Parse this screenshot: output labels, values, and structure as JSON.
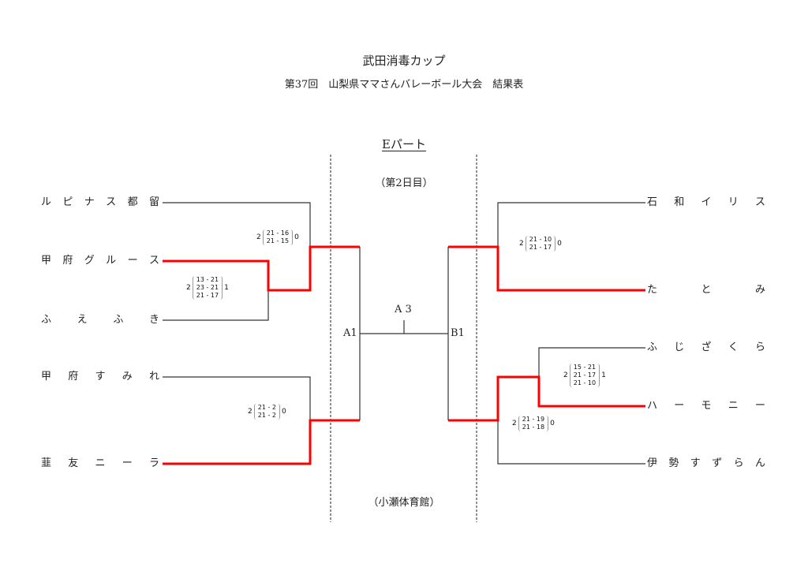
{
  "header": {
    "title": "武田消毒カップ",
    "subtitle": "第37回　山梨県ママさんバレーボール大会　結果表",
    "part": "Eパート",
    "day": "（第2日目）",
    "venue": "（小瀬体育館）"
  },
  "bracket": {
    "center": {
      "final_label": "A 3",
      "left_label": "A1",
      "right_label": "B1"
    },
    "left_teams": [
      {
        "name": [
          "ル",
          "ピ",
          "ナ",
          "ス",
          "都",
          "留"
        ],
        "winner": false
      },
      {
        "name": [
          "甲",
          "府",
          "グ",
          "ル",
          "ー",
          "ス"
        ],
        "winner": true
      },
      {
        "name": [
          "ふ",
          "え",
          "ふ",
          "き"
        ],
        "winner": false
      },
      {
        "name": [
          "甲",
          "府",
          "す",
          "み",
          "れ"
        ],
        "winner": false
      },
      {
        "name": [
          "韮",
          "友",
          "ニ",
          "ー",
          "ラ"
        ],
        "winner": true
      }
    ],
    "right_teams": [
      {
        "name": [
          "石",
          "和",
          "イ",
          "リ",
          "ス"
        ],
        "winner": false
      },
      {
        "name": [
          "た",
          "と",
          "み"
        ],
        "winner": true
      },
      {
        "name": [
          "ふ",
          "じ",
          "ざ",
          "く",
          "ら"
        ],
        "winner": false
      },
      {
        "name": [
          "ハ",
          "ー",
          "モ",
          "ニ",
          "ー"
        ],
        "winner": true
      },
      {
        "name": [
          "伊",
          "勢",
          "す",
          "ず",
          "ら",
          "ん"
        ],
        "winner": false
      }
    ],
    "matches": [
      {
        "id": "L-top-final",
        "left_sets": "2",
        "right_sets": "0",
        "sets": [
          "21 - 16",
          "21 - 15"
        ]
      },
      {
        "id": "L-first",
        "left_sets": "2",
        "right_sets": "1",
        "sets": [
          "13 - 21",
          "23 - 21",
          "21 - 17"
        ]
      },
      {
        "id": "L-bottom",
        "left_sets": "2",
        "right_sets": "0",
        "sets": [
          "21 - 2",
          "21 - 2"
        ]
      },
      {
        "id": "R-top",
        "left_sets": "2",
        "right_sets": "0",
        "sets": [
          "21 - 10",
          "21 - 17"
        ]
      },
      {
        "id": "R-first",
        "left_sets": "2",
        "right_sets": "1",
        "sets": [
          "15 - 21",
          "21 - 17",
          "21 - 10"
        ]
      },
      {
        "id": "R-bottom-final",
        "left_sets": "2",
        "right_sets": "0",
        "sets": [
          "21 - 19",
          "21 - 18"
        ]
      }
    ]
  },
  "colors": {
    "winner_line": "#ff0000",
    "line": "#333333",
    "dashed": "#222222"
  }
}
